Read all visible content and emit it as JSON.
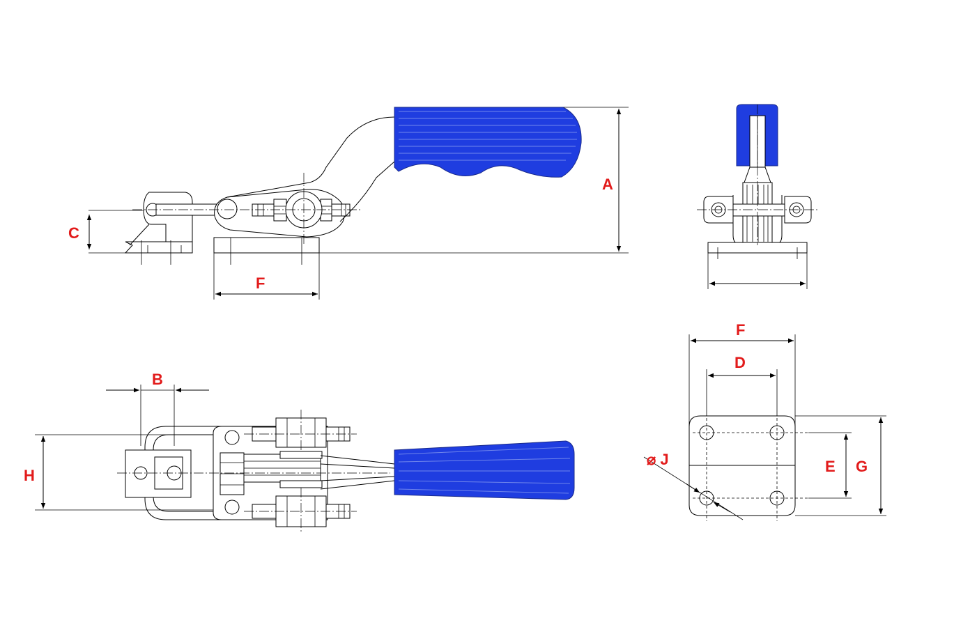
{
  "colors": {
    "handle": "#1f3de0",
    "handle_outline": "#1a2a8a",
    "label": "#e21b1b",
    "line": "#000000",
    "background": "#ffffff"
  },
  "labels": {
    "A": "A",
    "B": "B",
    "C": "C",
    "D": "D",
    "E": "E",
    "F_side": "F",
    "F_base": "F",
    "G": "G",
    "H": "H",
    "J": "⌀ J"
  }
}
